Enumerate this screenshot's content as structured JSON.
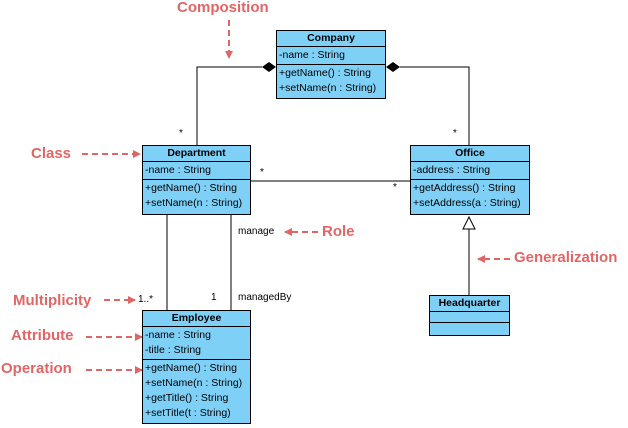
{
  "classes": {
    "company": {
      "name": "Company",
      "attributes": [
        "-name : String"
      ],
      "operations": [
        "+getName() : String",
        "+setName(n : String)"
      ]
    },
    "department": {
      "name": "Department",
      "attributes": [
        "-name : String"
      ],
      "operations": [
        "+getName() : String",
        "+setName(n : String)"
      ]
    },
    "office": {
      "name": "Office",
      "attributes": [
        "-address : String"
      ],
      "operations": [
        "+getAddress() : String",
        "+setAddress(a : String)"
      ]
    },
    "employee": {
      "name": "Employee",
      "attributes": [
        "-name : String",
        "-title : String"
      ],
      "operations": [
        "+getName() : String",
        "+setName(n : String)",
        "+getTitle() : String",
        "+setTitle(t : String)"
      ]
    },
    "headquarter": {
      "name": "Headquarter",
      "attributes": [],
      "operations": []
    }
  },
  "labels": {
    "dept_company_mult": "*",
    "office_company_mult": "*",
    "dept_office_mult_left": "*",
    "dept_office_mult_right": "*",
    "employee_mult": "1..*",
    "manager_mult": "1",
    "role_manage": "manage",
    "role_managed_by": "managedBy"
  },
  "annotations": {
    "composition": "Composition",
    "class": "Class",
    "role": "Role",
    "generalization": "Generalization",
    "multiplicity": "Multiplicity",
    "attribute": "Attribute",
    "operation": "Operation"
  },
  "colors": {
    "class_fill": "#7fd0f7",
    "annotation": "#e06666",
    "line": "#000000"
  }
}
